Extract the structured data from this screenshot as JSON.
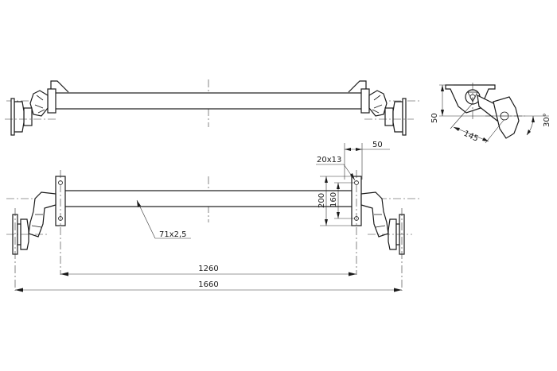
{
  "drawing": {
    "dimensions": {
      "width_1660": "1660",
      "width_1260": "1260",
      "tube_size": "71x2,5",
      "hole_size": "20x13",
      "offset_50": "50",
      "height_200": "200",
      "height_160": "160",
      "side_height_50": "50",
      "arm_length_145": "145",
      "arm_angle_30": "30°"
    }
  }
}
